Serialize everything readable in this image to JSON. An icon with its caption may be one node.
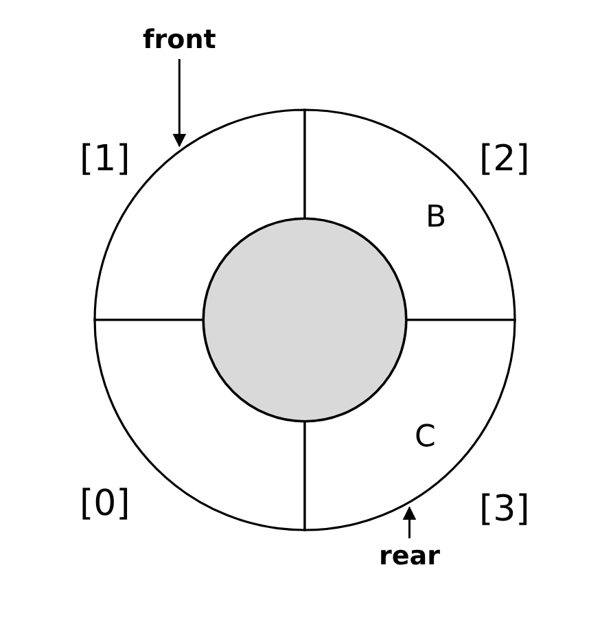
{
  "diagram": {
    "nodes": [
      {
        "text": [
          "front"
        ]
      },
      {
        "text": [],
        "shape": "sector",
        "beside": [
          "[1]"
        ]
      },
      {
        "text": [
          "B"
        ],
        "beside": [
          "[2]"
        ]
      },
      {
        "text": [],
        "shape": "circle"
      },
      {
        "text": [],
        "shape": "sector",
        "beside": [
          "[0]"
        ]
      },
      {
        "text": [
          "C"
        ],
        "beside": [
          "[3]"
        ]
      },
      {
        "text": [
          "rear"
        ]
      }
    ],
    "edges": [
      {
        "from": 0,
        "to": 1,
        "arrow": "to"
      },
      {
        "from": 6,
        "to": 5,
        "arrow": "to"
      }
    ]
  }
}
